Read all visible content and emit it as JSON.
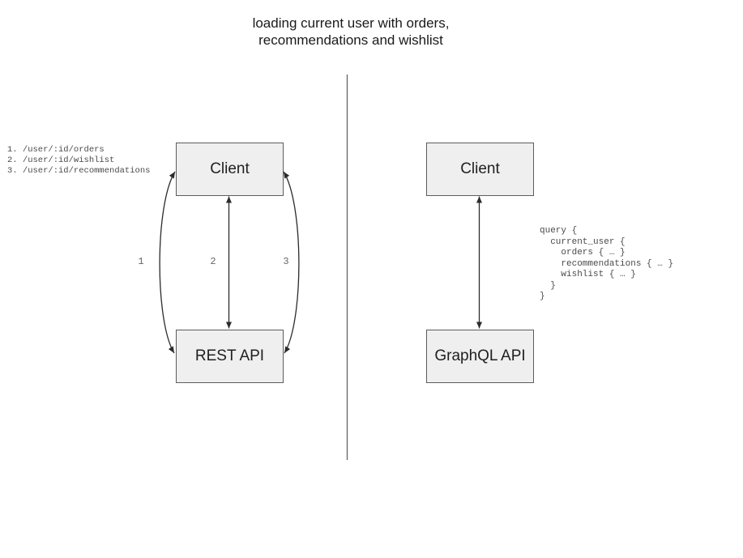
{
  "title": "loading current user with orders,\nrecommendations and wishlist",
  "rest_panel": {
    "endpoints_list": "1. /user/:id/orders\n2. /user/:id/wishlist\n3. /user/:id/recommendations",
    "client_label": "Client",
    "api_label": "REST API",
    "arrow_labels": [
      "1",
      "2",
      "3"
    ]
  },
  "graphql_panel": {
    "client_label": "Client",
    "api_label": "GraphQL API",
    "query_code": "query {\n  current_user {\n    orders { … }\n    recommendations { … }\n    wishlist { … }\n  }\n}"
  },
  "colors": {
    "box_fill": "#efefef",
    "box_border": "#5c5c5c",
    "arrow_stroke": "#2b2b2b",
    "divider_stroke": "#6b6b6b",
    "code_text": "#4a4a4a",
    "arrow_label_text": "#666666",
    "title_text": "#1a1a1a"
  }
}
